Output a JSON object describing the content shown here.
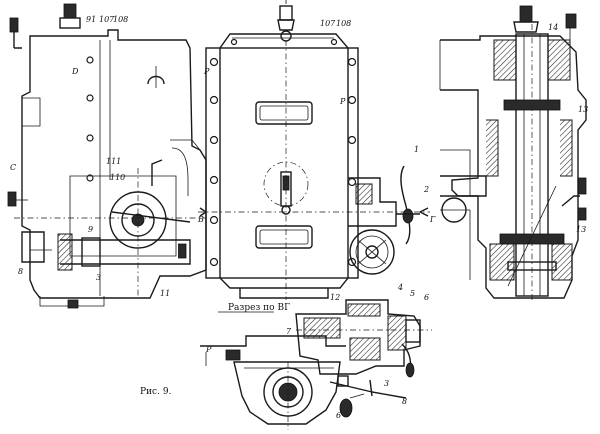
{
  "caption": "Рис. 9.",
  "section_label": "Разрез по ВГ",
  "part_labels": {
    "p91": "91",
    "p107a": "107",
    "p108a": "108",
    "p107b": "107",
    "p108b": "108",
    "pD": "D",
    "pP1": "P",
    "pP2": "P",
    "pP3": "P",
    "pC": "C",
    "p111": "111",
    "p110": "110",
    "p9": "9",
    "p8": "8",
    "p3": "3",
    "p11": "11",
    "p1": "1",
    "p2": "2",
    "pB": "B",
    "pG": "Г",
    "p12": "12",
    "p7": "7",
    "p4": "4",
    "p5": "5",
    "p6": "6",
    "p3b": "3",
    "p8b": "8",
    "p6b": "6",
    "p14": "14",
    "p13a": "13",
    "p13b": "13"
  }
}
